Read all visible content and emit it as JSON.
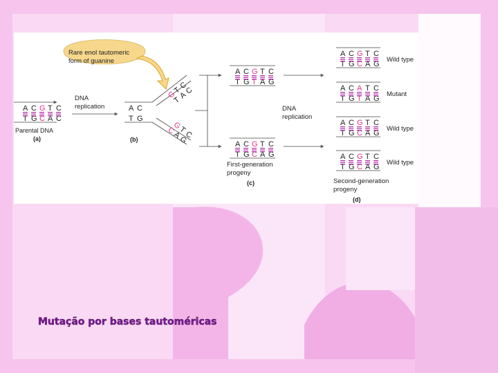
{
  "colors": {
    "page_bg": "#f7c8ef",
    "panel_bg": "#ffffff",
    "caption": "#7c1a96",
    "magenta_base": "#e0328a",
    "bond": "#b02ba5",
    "callout_fill": "#f6d78c",
    "arrow_gold": "#e5a81c"
  },
  "callout": {
    "line1": "Rare enol tautomeric",
    "line2": "form of guanine"
  },
  "a": {
    "top": [
      "A",
      "C",
      "G",
      "T",
      "C"
    ],
    "bottom": [
      "T",
      "G",
      "C",
      "A",
      "C"
    ],
    "label": "Parental DNA",
    "letter": "(a)"
  },
  "rep1": {
    "line1": "DNA",
    "line2": "replication"
  },
  "b": {
    "top": [
      "A",
      "C"
    ],
    "bottom": [
      "T",
      "G"
    ],
    "upper_top": [
      "G",
      "T",
      "C"
    ],
    "upper_bottom": [
      "T",
      "A",
      "C"
    ],
    "lower_top": [
      "G",
      "T",
      "C"
    ],
    "lower_bottom": [
      "C",
      "A",
      "G"
    ],
    "letter": "(b)"
  },
  "c": {
    "top_strand_1": [
      "A",
      "C",
      "G",
      "T",
      "C"
    ],
    "bottom_strand_1": [
      "T",
      "G",
      "T",
      "A",
      "G"
    ],
    "top_strand_2": [
      "A",
      "C",
      "G",
      "T",
      "C"
    ],
    "bottom_strand_2": [
      "T",
      "G",
      "C",
      "A",
      "G"
    ],
    "label_line1": "First-generation",
    "label_line2": "progeny",
    "letter": "(c)"
  },
  "rep2": {
    "line1": "DNA",
    "line2": "replication"
  },
  "d": {
    "rows": [
      {
        "top": [
          "A",
          "C",
          "G",
          "T",
          "C"
        ],
        "bottom": [
          "T",
          "G",
          "C",
          "A",
          "G"
        ],
        "label": "Wild type"
      },
      {
        "top": [
          "A",
          "C",
          "A",
          "T",
          "C"
        ],
        "bottom": [
          "T",
          "G",
          "T",
          "A",
          "G"
        ],
        "label": "Mutant"
      },
      {
        "top": [
          "A",
          "C",
          "G",
          "T",
          "C"
        ],
        "bottom": [
          "T",
          "G",
          "C",
          "A",
          "G"
        ],
        "label": "Wild type"
      },
      {
        "top": [
          "A",
          "C",
          "G",
          "T",
          "C"
        ],
        "bottom": [
          "T",
          "G",
          "C",
          "A",
          "G"
        ],
        "label": "Wild type"
      }
    ],
    "label_line1": "Second-generation",
    "label_line2": "progeny",
    "letter": "(d)"
  },
  "caption": "Mutação por bases tautoméricas"
}
